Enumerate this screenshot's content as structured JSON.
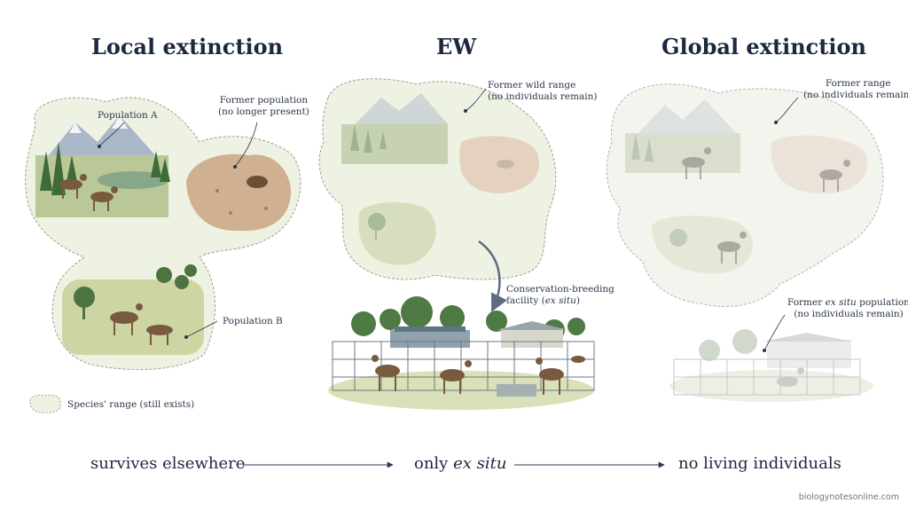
{
  "titles": {
    "local": "Local extinction",
    "ew": "EW",
    "global": "Global extinction"
  },
  "local": {
    "population_a": "Population A",
    "former_population_line1": "Former population",
    "former_population_line2": "(no longer present)",
    "population_b": "Population B",
    "legend_text": "Species' range (still exists)"
  },
  "ew": {
    "former_wild_range_line1": "Former wild range",
    "former_wild_range_line2": "(no individuals remain)",
    "facility_line1": "Conservation-breeding",
    "facility_line2_prefix": "facility (",
    "facility_line2_italic": "ex situ",
    "facility_line2_suffix": ")"
  },
  "global": {
    "former_range_line1": "Former range",
    "former_range_line2": "(no individuals remain)",
    "former_exsitu_line1_prefix": "Former ",
    "former_exsitu_line1_italic": "ex situ",
    "former_exsitu_line1_suffix": " population",
    "former_exsitu_line2": "(no individuals remain)"
  },
  "bottom_row": {
    "left": "survives elsewhere",
    "middle_prefix": "only ",
    "middle_italic": "ex situ",
    "right": "no living individuals"
  },
  "credit": "biologynotesonline.com",
  "colors": {
    "title": "#1c2840",
    "blob_fill": "#eef2e2",
    "blob_stroke": "#9aa08e",
    "grass": "#8fa55a",
    "tree": "#3f6a3a",
    "antelope": "#7a5a3e",
    "faded": "#c9ccc2"
  }
}
